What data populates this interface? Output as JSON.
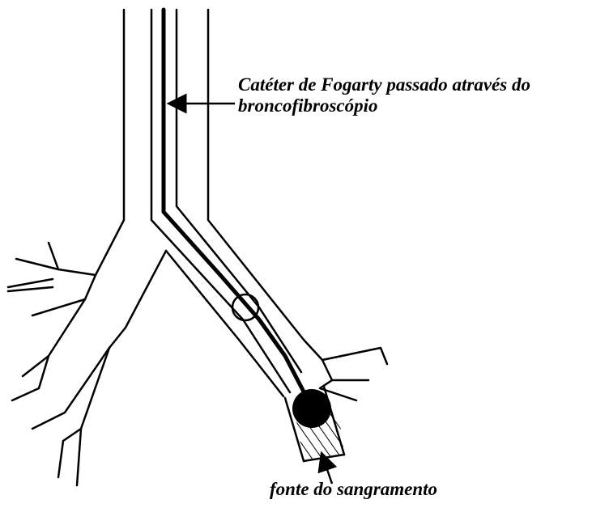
{
  "labels": {
    "catheter_line1": "Catéter de Fogarty passado através do",
    "catheter_line2": "broncofibroscópio",
    "bleeding_source": "fonte do sangramento"
  },
  "colors": {
    "ink": "#000000",
    "background": "#ffffff"
  }
}
